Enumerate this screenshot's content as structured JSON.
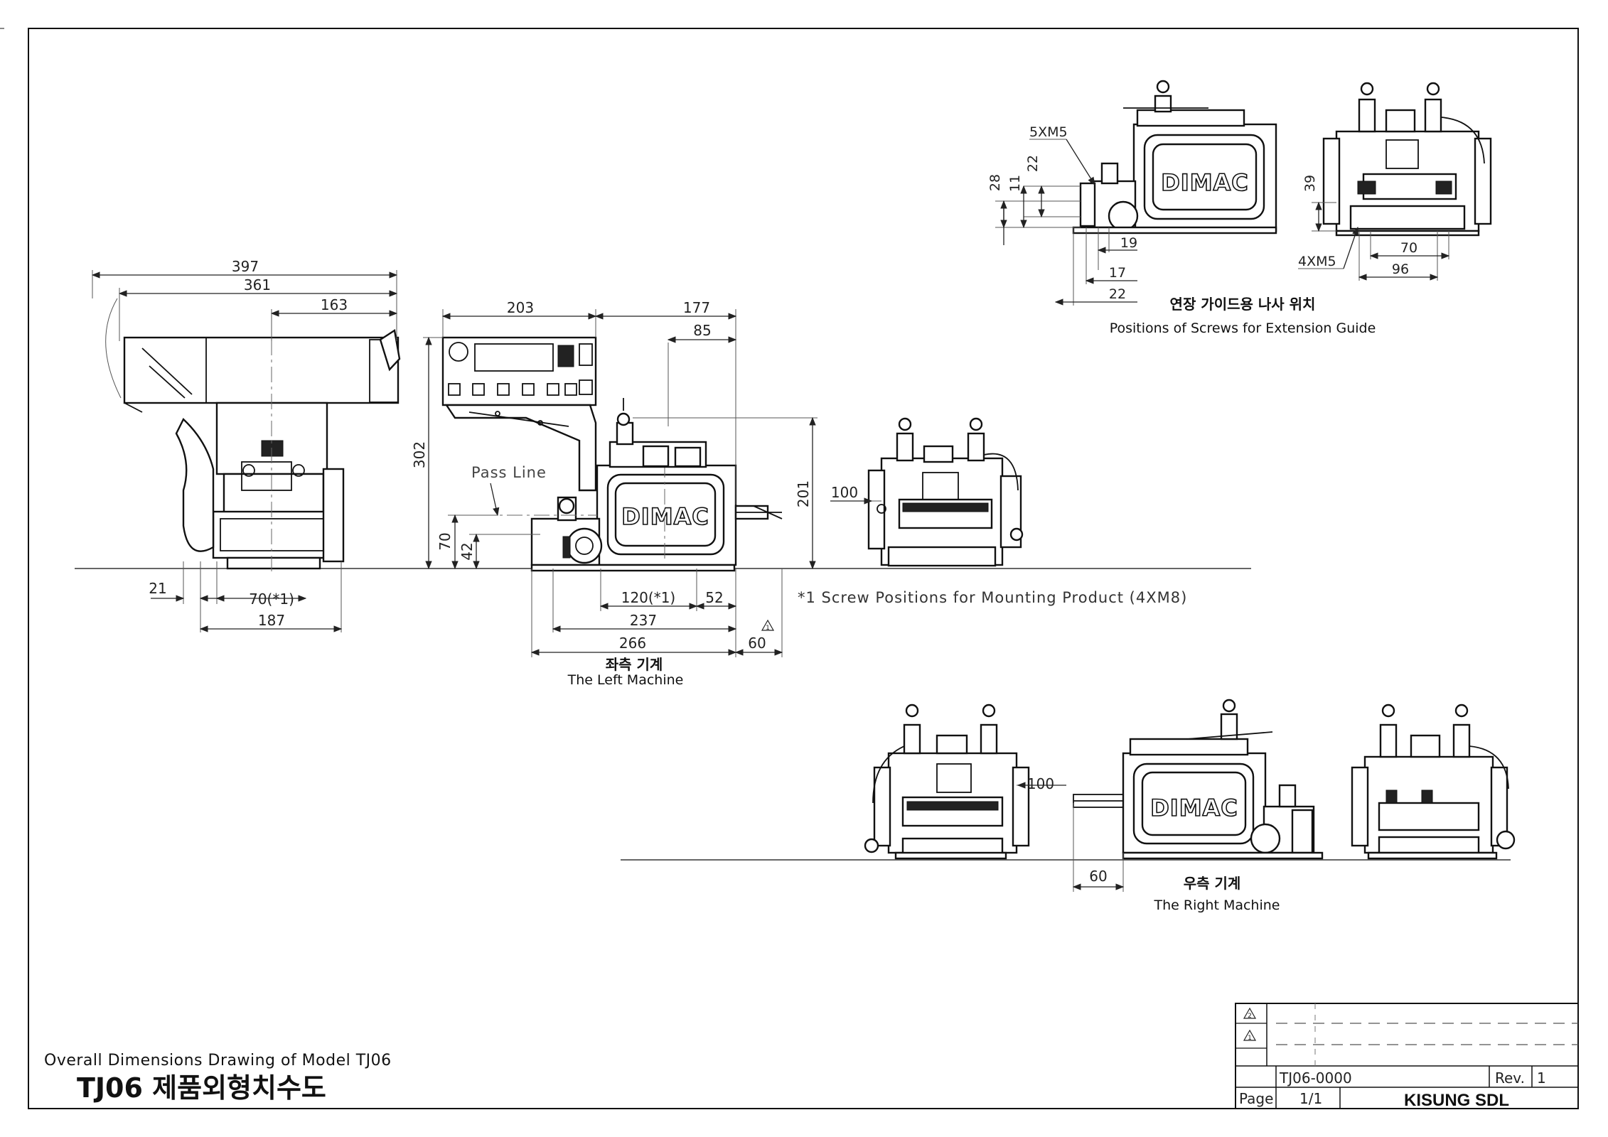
{
  "drawing": {
    "title_en": "Overall Dimensions Drawing of Model TJ06",
    "title_ko": "TJ06 제품외형치수도",
    "brand_logo": "DIMAC",
    "pass_line_label": "Pass Line",
    "footnote": "*1 Screw Positions for Mounting Product (4XM8)"
  },
  "views": {
    "left_machine": {
      "caption_ko": "좌측 기계",
      "caption_en": "The Left Machine"
    },
    "right_machine": {
      "caption_ko": "우측 기계",
      "caption_en": "The Right Machine"
    },
    "extension_guide": {
      "caption_ko": "연장 가이드용 나사 위치",
      "caption_en": "Positions of Screws for Extension Guide"
    }
  },
  "dimensions": {
    "top_view": {
      "d397": "397",
      "d361": "361",
      "d163": "163",
      "d21": "21",
      "d70": "70(*1)",
      "d187": "187"
    },
    "left_front": {
      "d203": "203",
      "d177": "177",
      "d85": "85",
      "d302": "302",
      "d201": "201",
      "d70": "70",
      "d42": "42",
      "d120": "120(*1)",
      "d52": "52",
      "d237": "237",
      "d266": "266",
      "d60": "60"
    },
    "left_side": {
      "d100": "100"
    },
    "right_side": {
      "d100": "100"
    },
    "right_front": {
      "d60": "60"
    },
    "extension_front": {
      "d5xm5": "5XM5",
      "d28": "28",
      "d22a": "22",
      "d11": "11",
      "d19": "19",
      "d17": "17",
      "d22b": "22"
    },
    "extension_side": {
      "d39": "39",
      "d4xm5": "4XM5",
      "d70": "70",
      "d96": "96"
    }
  },
  "title_block": {
    "rev_marks": [
      "2",
      "1"
    ],
    "drawing_number": "TJ06-0000",
    "rev_label": "Rev.",
    "rev_value": "1",
    "page_label": "Page",
    "page_value": "1/1",
    "company": "KISUNG SDL"
  }
}
